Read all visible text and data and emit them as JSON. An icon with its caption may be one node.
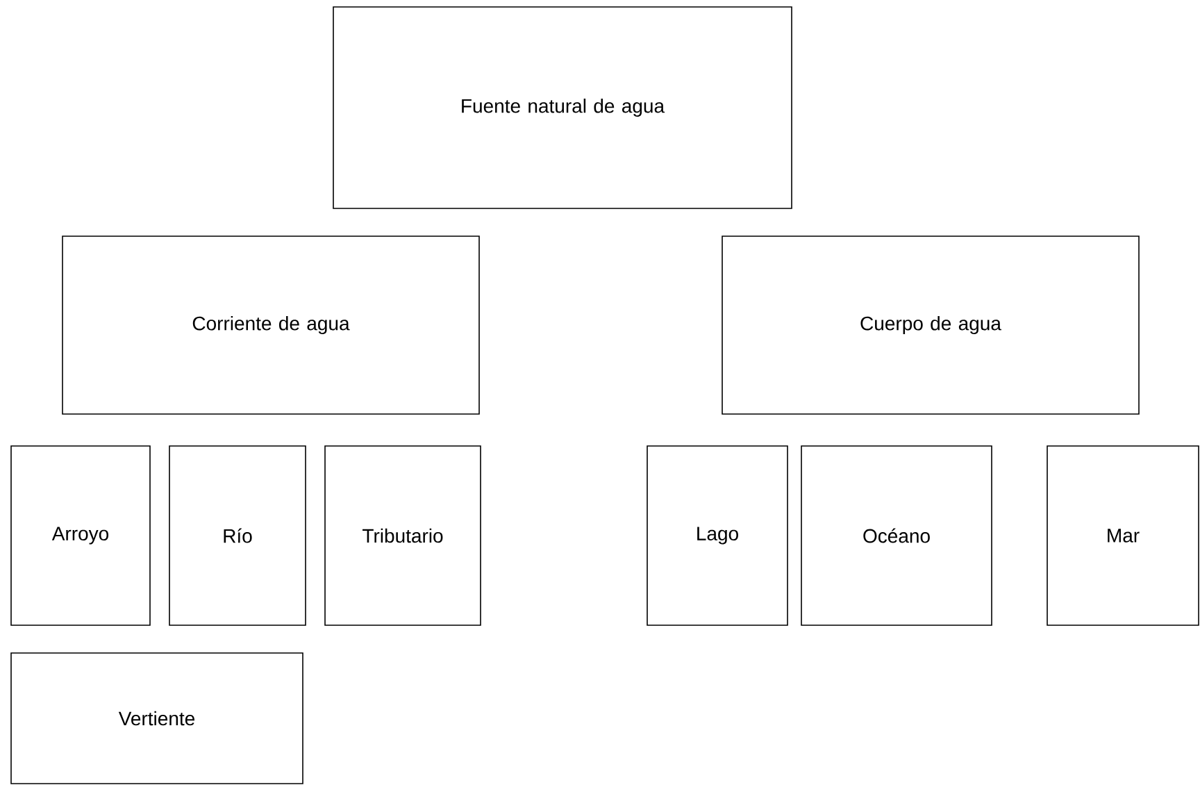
{
  "diagram": {
    "nodes": [
      {
        "text": [
          "Fuente natural de agua"
        ]
      },
      {
        "text": [
          "Corriente de agua"
        ]
      },
      {
        "text": [
          "Cuerpo de agua"
        ]
      },
      {
        "text": [
          "Arroyo"
        ]
      },
      {
        "text": [
          "Río"
        ]
      },
      {
        "text": [
          "Tributario"
        ]
      },
      {
        "text": [
          "Lago"
        ]
      },
      {
        "text": [
          "Océano"
        ]
      },
      {
        "text": [
          "Mar"
        ]
      },
      {
        "text": [
          "Vertiente"
        ]
      }
    ]
  }
}
